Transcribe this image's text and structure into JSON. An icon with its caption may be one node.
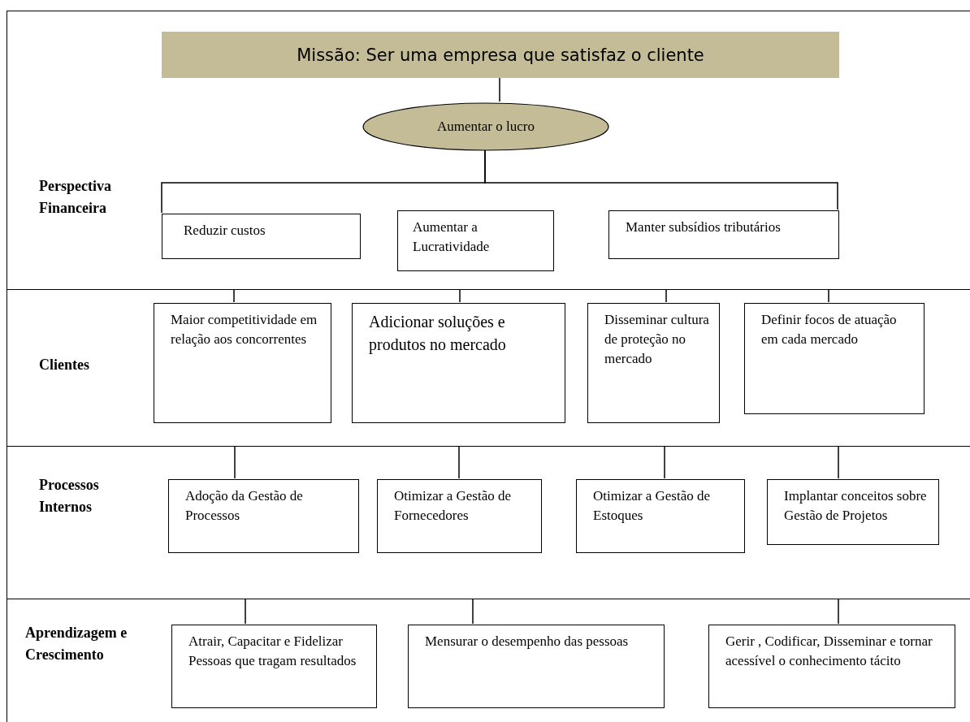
{
  "diagram": {
    "nodes": [
      {
        "text": [
          "Perspectiva Financeira"
        ]
      },
      {
        "text": [
          "Missão:  Ser uma empresa que satisfaz o cliente"
        ],
        "in": 0
      },
      {
        "text": [
          "Aumentar o  lucro"
        ],
        "in": 0
      },
      {
        "text": [
          "Reduzir custos"
        ],
        "in": 0
      },
      {
        "text": [
          "Aumentar a Lucratividade"
        ],
        "in": 0
      },
      {
        "text": [
          "Manter subsídios tributários"
        ],
        "in": 0
      },
      {
        "text": [
          "Clientes"
        ]
      },
      {
        "text": [
          "Maior competitividade em relação aos concorrentes"
        ],
        "in": 6
      },
      {
        "text": [
          "Adicionar soluções  e produtos  no mercado"
        ],
        "in": 6
      },
      {
        "text": [
          "Disseminar cultura de proteção  no mercado"
        ],
        "in": 6
      },
      {
        "text": [
          "Definir focos  de atuação  em cada mercado"
        ],
        "in": 6
      },
      {
        "text": [
          "Processos Internos"
        ]
      },
      {
        "text": [
          "Adoção da  Gestão de Processos"
        ],
        "in": 11
      },
      {
        "text": [
          "Otimizar a Gestão de Fornecedores"
        ],
        "in": 11
      },
      {
        "text": [
          "Otimizar a Gestão de Estoques"
        ],
        "in": 11
      },
      {
        "text": [
          "Implantar conceitos sobre Gestão de Projetos"
        ],
        "in": 11
      },
      {
        "text": [
          "Aprendizagem e Crescimento"
        ]
      },
      {
        "text": [
          "Atrair,  Capacitar e Fidelizar Pessoas que tragam resultados"
        ],
        "in": 16
      },
      {
        "text": [
          "Mensurar o desempenho das pessoas"
        ],
        "in": 16
      },
      {
        "text": [
          "Gerir , Codificar, Disseminar e tornar acessível o conhecimento tácito"
        ],
        "in": 16
      }
    ],
    "edges": [
      {
        "from": 1,
        "to": 2,
        "arrow": "none"
      },
      {
        "from": 2,
        "to": 3,
        "arrow": "none"
      },
      {
        "from": 2,
        "to": 5,
        "arrow": "none"
      },
      {
        "from": 6,
        "to": 7,
        "arrow": "none"
      },
      {
        "from": 6,
        "to": 8,
        "arrow": "none"
      },
      {
        "from": 6,
        "to": 9,
        "arrow": "none"
      },
      {
        "from": 6,
        "to": 10,
        "arrow": "none"
      },
      {
        "from": 11,
        "to": 12,
        "arrow": "none"
      },
      {
        "from": 11,
        "to": 13,
        "arrow": "none"
      },
      {
        "from": 11,
        "to": 14,
        "arrow": "none"
      },
      {
        "from": 11,
        "to": 15,
        "arrow": "none"
      },
      {
        "from": 16,
        "to": 17,
        "arrow": "none"
      },
      {
        "from": 16,
        "to": 18,
        "arrow": "none"
      },
      {
        "from": 16,
        "to": 19,
        "arrow": "none"
      }
    ]
  }
}
